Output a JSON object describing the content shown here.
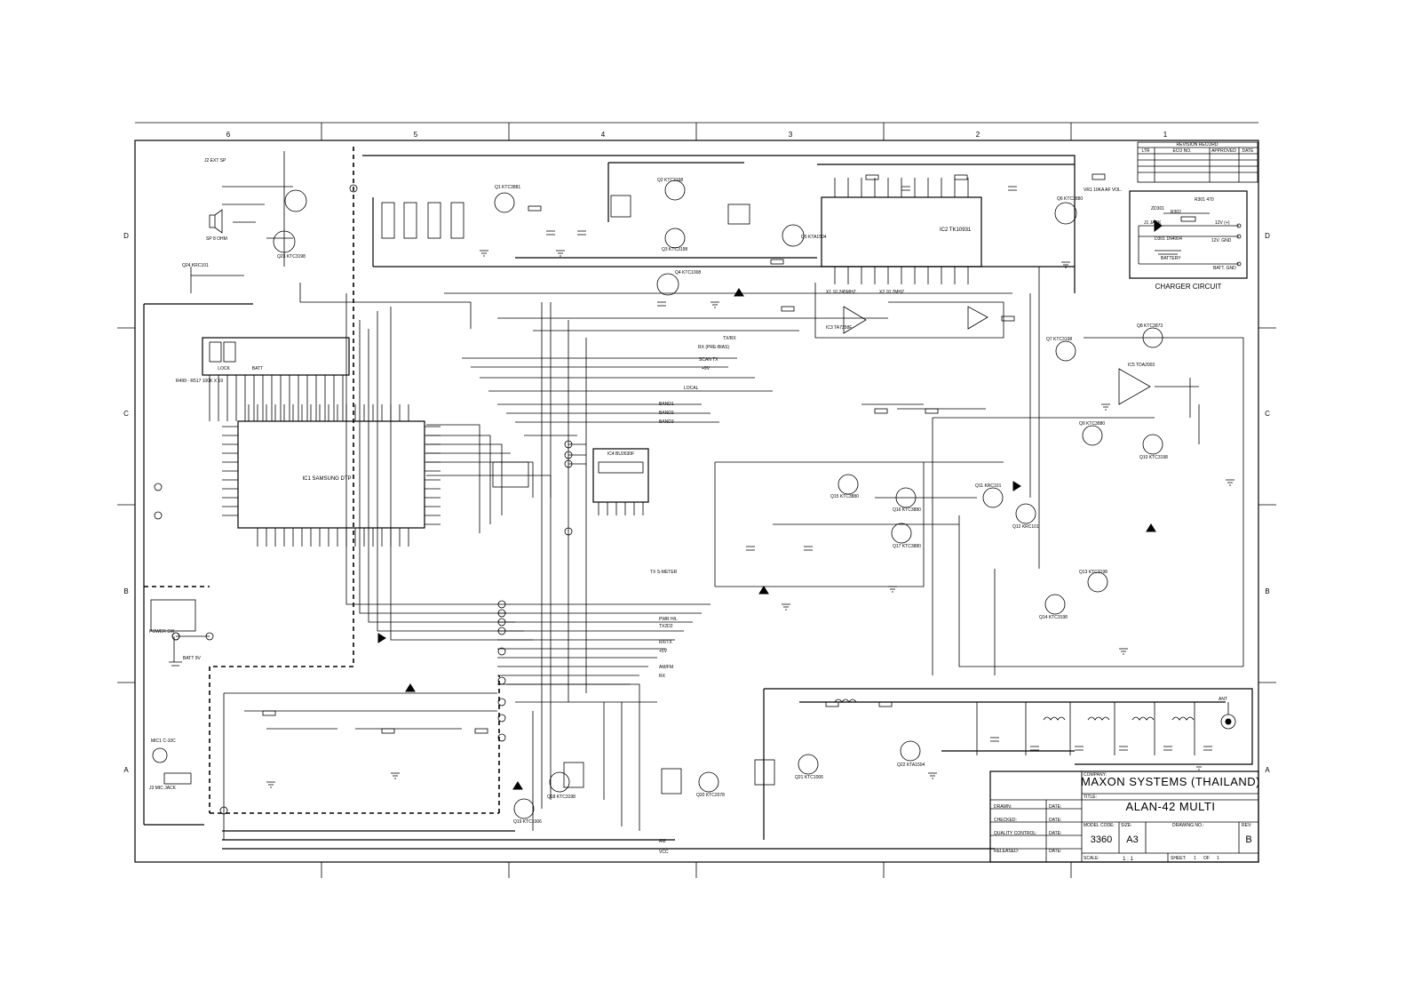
{
  "columns": [
    "6",
    "5",
    "4",
    "3",
    "2",
    "1"
  ],
  "rows": [
    "D",
    "C",
    "B",
    "A"
  ],
  "title_block": {
    "company_label": "COMPANY:",
    "company": "MAXON SYSTEMS (THAILAND)",
    "title_label": "TITLE:",
    "title": "ALAN-42 MULTI",
    "drawn_label": "DRAWN:",
    "checked_label": "CHECKED:",
    "quality_label": "QUALITY CONTROL:",
    "release_label": "RELEASED:",
    "date_label": "DATE:",
    "model_label": "MODEL CODE:",
    "size_label": "SIZE:",
    "drawing_label": "DRAWING NO.:",
    "rev_label": "REV:",
    "model": "3360",
    "size": "A3",
    "rev": "B",
    "scale_label": "SCALE:",
    "scale": "1 : 1",
    "sheet_label": "SHEET:",
    "sheet": "1",
    "of": "OF",
    "sheets": "1"
  },
  "revision_block": {
    "title": "REVISION RECORD",
    "headers": [
      "LTR",
      "ECO NO.",
      "APPROVED",
      "DATE"
    ]
  },
  "charger": {
    "title": "CHARGER CIRCUIT",
    "parts": [
      "J1 JACK",
      "D301 1N4004",
      "R301 470",
      "R302",
      "ZD301",
      "BATTERY",
      "12V (+)",
      "12V. GND",
      "BATT. GND"
    ]
  },
  "blocks": {
    "ic1": "IC1 SAMSUNG DTP",
    "display": "R499 - R517 100K X 19",
    "lock": "LOCK",
    "batt": "BATT",
    "ic4": "IC4 BU2630F",
    "ic2": "IC2 TK10931",
    "ic5": "IC5 TDA2003",
    "ic3": "IC3 TA7358F",
    "power_sw": "POWER SW",
    "batt_label": "BATT 9V",
    "mic": "MIC1 C-10C",
    "mic_jack": "J3 MIC JACK",
    "speaker": "SP 8 OHM",
    "ext_sp": "J2 EXT SP",
    "antenna": "ANT",
    "af_vol": "VR1 10KA AF VOL.",
    "xtal": "X1 10.245MHZ",
    "x2": "X2 10.7MHZ"
  },
  "net_labels": [
    "RX (PRE-BIAS)",
    "TX/RX",
    "SCAN TX",
    "+9V",
    "LOCAL",
    "BAND1",
    "BAND2",
    "BAND3",
    "PWR H/L",
    "TX2D2",
    "RX/TX",
    "+5V",
    "AM/FM",
    "RX",
    "AM",
    "VCC",
    "TX S-METER"
  ],
  "tr_labels": [
    "Q1 KTC3881",
    "Q2 KTC3198",
    "Q3 KTC3198",
    "Q4 KTC1008",
    "Q5 KTA1504",
    "Q6 KTC3880",
    "Q7 KTC3198",
    "Q8 KTC3873",
    "Q9 KTC3880",
    "Q10 KTC3198",
    "Q11 KRC101",
    "Q12 KRC101",
    "Q13 KTC3198",
    "Q14 KTC3198",
    "Q15 KTC3880",
    "Q16 KTC3880",
    "Q17 KTC3880",
    "Q18 KTC3198",
    "Q19 KTC1006",
    "Q20 KTC2078",
    "Q21 KTC1006",
    "Q22 KTA1504",
    "Q23 KTC3198",
    "Q24 KRC101"
  ]
}
